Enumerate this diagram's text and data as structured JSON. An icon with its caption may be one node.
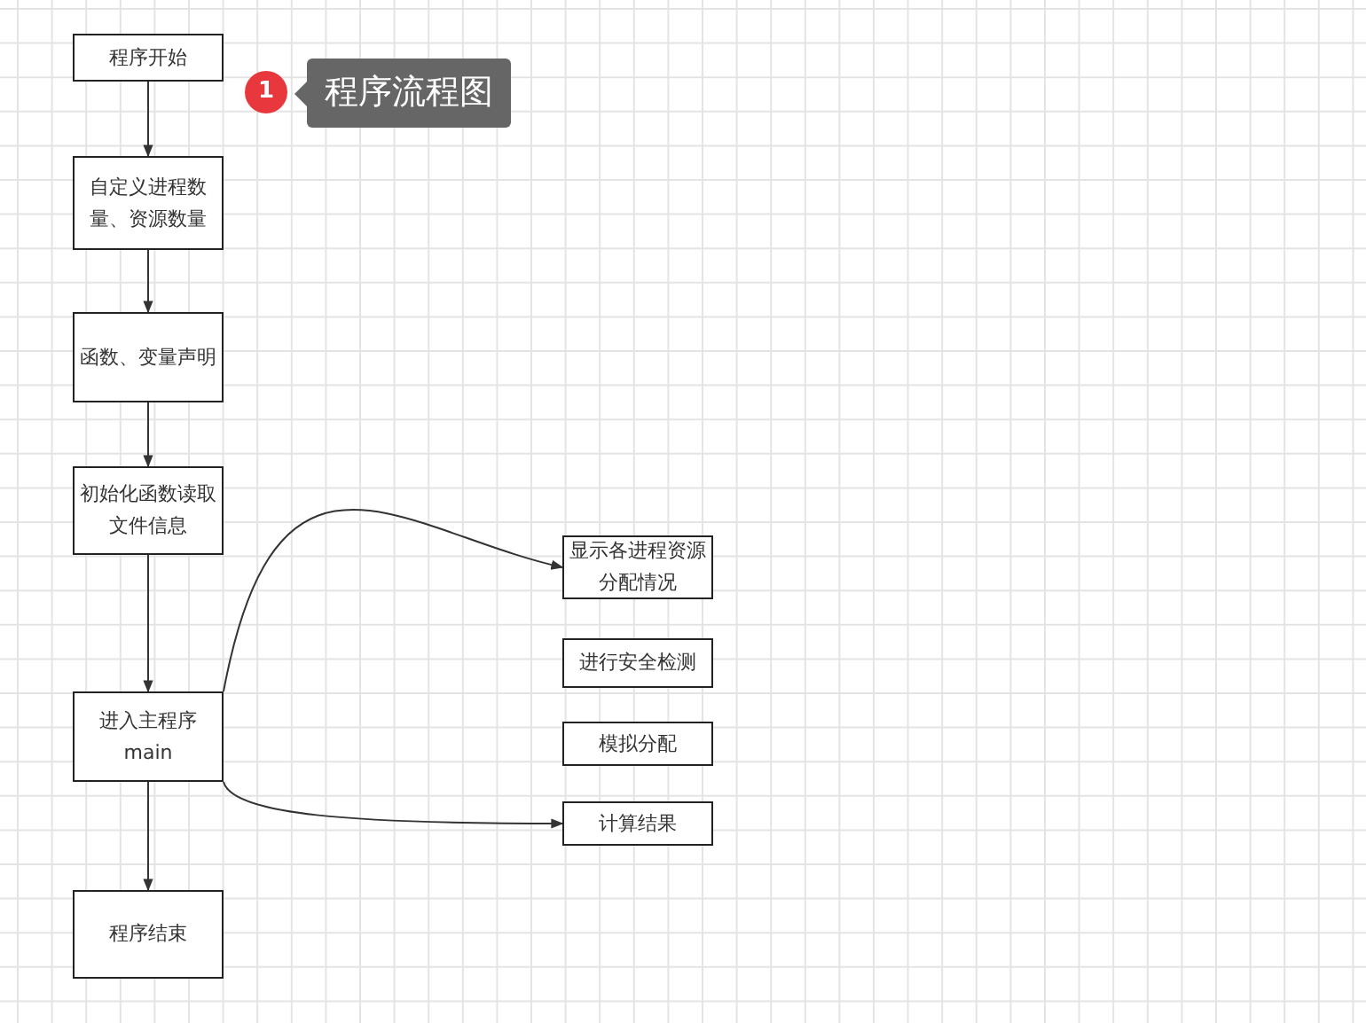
{
  "diagram": {
    "nodes": [
      {
        "text": [
          "程序开始"
        ]
      },
      {
        "text": [
          "自定义进程数量、资源数量"
        ]
      },
      {
        "text": [
          "函数、变量声明"
        ]
      },
      {
        "text": [
          "初始化函数读取文件信息"
        ]
      },
      {
        "text": [
          "进入主程序 main"
        ]
      },
      {
        "text": [
          "程序结束"
        ]
      },
      {
        "text": [
          "显示各进程资源分配情况"
        ]
      },
      {
        "text": [
          "进行安全检测"
        ]
      },
      {
        "text": [
          "模拟分配"
        ]
      },
      {
        "text": [
          "计算结果"
        ]
      }
    ],
    "edges": [
      {
        "from": 0,
        "to": 1,
        "arrow": "to"
      },
      {
        "from": 1,
        "to": 2,
        "arrow": "to"
      },
      {
        "from": 2,
        "to": 3,
        "arrow": "to"
      },
      {
        "from": 3,
        "to": 4,
        "arrow": "to"
      },
      {
        "from": 4,
        "to": 5,
        "arrow": "to"
      },
      {
        "from": 4,
        "to": 6,
        "arrow": "to"
      },
      {
        "from": 4,
        "to": 9,
        "arrow": "to"
      }
    ],
    "labels": [
      "1",
      "程序流程图"
    ]
  }
}
